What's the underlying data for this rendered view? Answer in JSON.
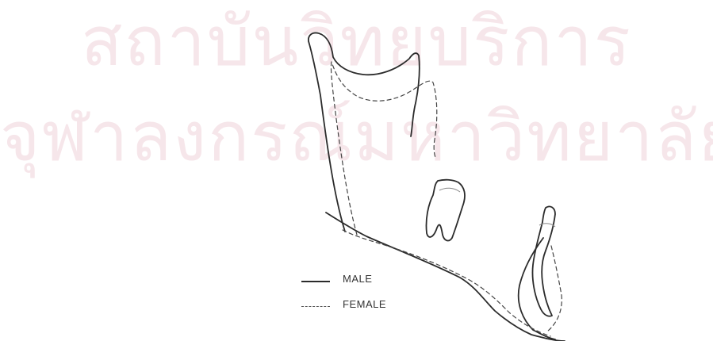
{
  "watermark": {
    "line1": "สถาบันวิทยบริการ",
    "line2": "จุฬาลงกรณ์มหาวิทยาลัย",
    "color": "#f6e6ea"
  },
  "legend": {
    "male_label": "MALE",
    "female_label": "FEMALE"
  },
  "colors": {
    "male": "#2b2b2b",
    "female": "#444444"
  }
}
